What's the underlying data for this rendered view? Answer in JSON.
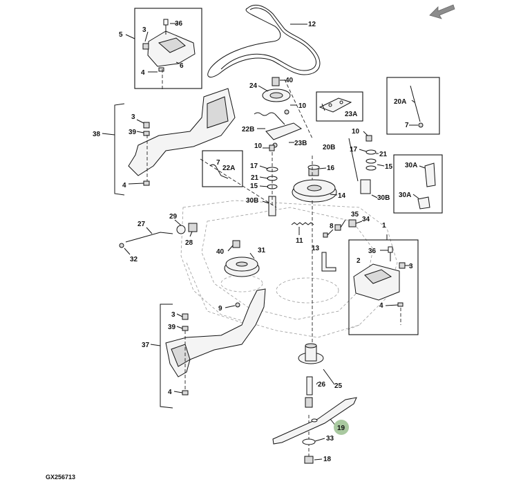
{
  "figure_code": "GX256713",
  "highlighted_part": "19",
  "highlight_color": "#a9c9a0",
  "direction_arrow": "front-arrow",
  "labels": {
    "l1": "1",
    "l2": "2",
    "l3a": "3",
    "l3b": "3",
    "l3c": "3",
    "l3d": "3",
    "l4a": "4",
    "l4b": "4",
    "l4c": "4",
    "l4d": "4",
    "l5": "5",
    "l6": "6",
    "l7a": "7",
    "l7b": "7",
    "l8": "8",
    "l9": "9",
    "l10a": "10",
    "l10b": "10",
    "l10c": "10",
    "l11": "11",
    "l12": "12",
    "l13": "13",
    "l14": "14",
    "l15a": "15",
    "l15b": "15",
    "l16": "16",
    "l17a": "17",
    "l17b": "17",
    "l18": "18",
    "l19": "19",
    "l20a": "20A",
    "l20b": "20B",
    "l21a": "21",
    "l21b": "21",
    "l22a": "22A",
    "l22b": "22B",
    "l23a": "23A",
    "l23b": "23B",
    "l24": "24",
    "l25": "25",
    "l26": "26",
    "l27": "27",
    "l28": "28",
    "l29": "29",
    "l30a1": "30A",
    "l30a2": "30A",
    "l30b1": "30B",
    "l30b2": "30B",
    "l31": "31",
    "l32": "32",
    "l33": "33",
    "l34": "34",
    "l35": "35",
    "l36a": "36",
    "l36b": "36",
    "l37": "37",
    "l38": "38",
    "l39a": "39",
    "l39b": "39",
    "l40a": "40",
    "l40b": "40"
  }
}
